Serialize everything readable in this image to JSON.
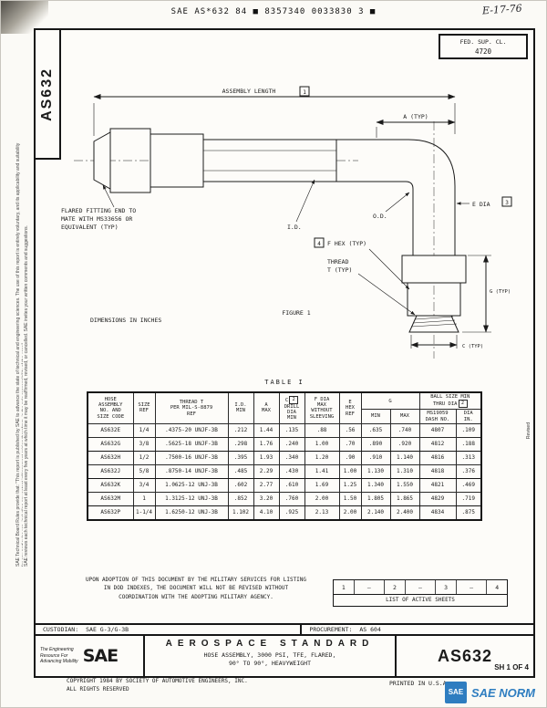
{
  "page": {
    "top_code": "SAE AS*632 84 ■ 8357340 0033830 3 ■",
    "handwriting": "E-17-76",
    "fed_sup_cl_label": "FED. SUP. CL.",
    "fed_sup_cl_value": "4720",
    "side_doc_number": "AS632",
    "margin_note_1": "SAE Technical Board Rules provide that: \"This report is published by SAE to advance the state of technical and engineering sciences. The use of this report is entirely voluntary, and its applicability and suitability for any particular use, including any patent infringement arising therefrom, is the sole responsibility of the user.\"",
    "margin_note_2": "SAE reviews each technical report at least every five years at which time it may be reaffirmed, revised, or cancelled. SAE invites your written comments and suggestions.",
    "revised_note": "Revised",
    "copyright_line1": "COPYRIGHT 1984 BY SOCIETY OF AUTOMOTIVE ENGINEERS, INC.",
    "copyright_line2": "ALL RIGHTS RESERVED",
    "printed_in": "PRINTED IN U.S.A."
  },
  "drawing": {
    "assembly_length": "ASSEMBLY LENGTH",
    "flag_assembly": "1",
    "a_typ": "A (TYP)",
    "id_label": "I.D.",
    "od_label": "O.D.",
    "e_dia": "E DIA",
    "flag_e": "3",
    "flag_f": "4",
    "f_hex": "F HEX (TYP)",
    "thread_line1": "THREAD",
    "thread_line2": "T (TYP)",
    "g_typ": "G (TYP)",
    "c_typ": "C (TYP)",
    "flared_note1": "FLARED FITTING END TO",
    "flared_note2": "MATE WITH MS33656 OR",
    "flared_note3": "EQUIVALENT (TYP)",
    "dims_note": "DIMENSIONS IN INCHES",
    "figure_caption": "FIGURE 1"
  },
  "table": {
    "title": "TABLE I",
    "headers": {
      "code": "HOSE\nASSEMBLY\nNO. AND\nSIZE CODE",
      "size": "SIZE\nREF",
      "thread": "THREAD T\nPER MIL-S-8879\nREF",
      "id": "I.D.\nMIN",
      "a": "A\nMAX",
      "c_label": "C",
      "c_flag": "2",
      "c_sub": "DRILL\nDIA\nMIN",
      "f": "F DIA\nMAX\nWITHOUT\nSLEEVING",
      "e": "E\nHEX\nREF",
      "g": "G",
      "g_min": "MIN",
      "g_max": "MAX",
      "ball_label": "BALL SIZE MIN\nTHRU DIA",
      "ball_flag": "2",
      "ball_sub1": "MS19059\nDASH NO.",
      "ball_sub2": "DIA\nIN."
    },
    "rows": [
      [
        "AS632E",
        "1/4",
        ".4375-20 UNJF-3B",
        ".212",
        "1.44",
        ".135",
        ".88",
        ".56",
        ".635",
        ".740",
        "4807",
        ".109"
      ],
      [
        "AS632G",
        "3/8",
        ".5625-18 UNJF-3B",
        ".298",
        "1.76",
        ".240",
        "1.00",
        ".70",
        ".890",
        ".920",
        "4812",
        ".188"
      ],
      [
        "AS632H",
        "1/2",
        ".7500-16 UNJF-3B",
        ".395",
        "1.93",
        ".340",
        "1.20",
        ".90",
        ".910",
        "1.140",
        "4816",
        ".313"
      ],
      [
        "AS632J",
        "5/8",
        ".8750-14 UNJF-3B",
        ".485",
        "2.29",
        ".430",
        "1.41",
        "1.00",
        "1.130",
        "1.310",
        "4818",
        ".376"
      ],
      [
        "AS632K",
        "3/4",
        "1.0625-12 UNJ-3B",
        ".602",
        "2.77",
        ".610",
        "1.69",
        "1.25",
        "1.340",
        "1.550",
        "4821",
        ".469"
      ],
      [
        "AS632M",
        "1",
        "1.3125-12 UNJ-3B",
        ".852",
        "3.20",
        ".760",
        "2.00",
        "1.50",
        "1.805",
        "1.865",
        "4829",
        ".719"
      ],
      [
        "AS632P",
        "1-1/4",
        "1.6250-12 UNJ-3B",
        "1.102",
        "4.10",
        ".925",
        "2.13",
        "2.00",
        "2.140",
        "2.400",
        "4834",
        ".875"
      ]
    ],
    "group_breaks": [
      1,
      3,
      5
    ]
  },
  "adoption_note": "UPON ADOPTION OF THIS DOCUMENT BY THE MILITARY SERVICES FOR LISTING IN DOD INDEXES, THE DOCUMENT WILL NOT BE REVISED WITHOUT COORDINATION WITH THE ADOPTING MILITARY AGENCY.",
  "sheets": {
    "numbers": [
      "1",
      "2",
      "3",
      "4"
    ],
    "label": "LIST OF ACTIVE SHEETS"
  },
  "footer": {
    "custodian_label": "CUSTODIAN:",
    "custodian_value": "SAE G-3/G-3B",
    "procurement_label": "PROCUREMENT:",
    "procurement_value": "AS 604",
    "standard_type": "AEROSPACE STANDARD",
    "title_line1": "HOSE ASSEMBLY, 3000 PSI, TFE, FLARED,",
    "title_line2": "90° TO 90°, HEAVYWEIGHT",
    "doc_number": "AS632",
    "sheet": "SH 1 OF 4",
    "logo_text": "SAE",
    "tagline1": "The Engineering",
    "tagline2": "Resource For",
    "tagline3": "Advancing Mobility"
  },
  "watermark": {
    "logo": "SAE",
    "text": "SAE NORM"
  }
}
